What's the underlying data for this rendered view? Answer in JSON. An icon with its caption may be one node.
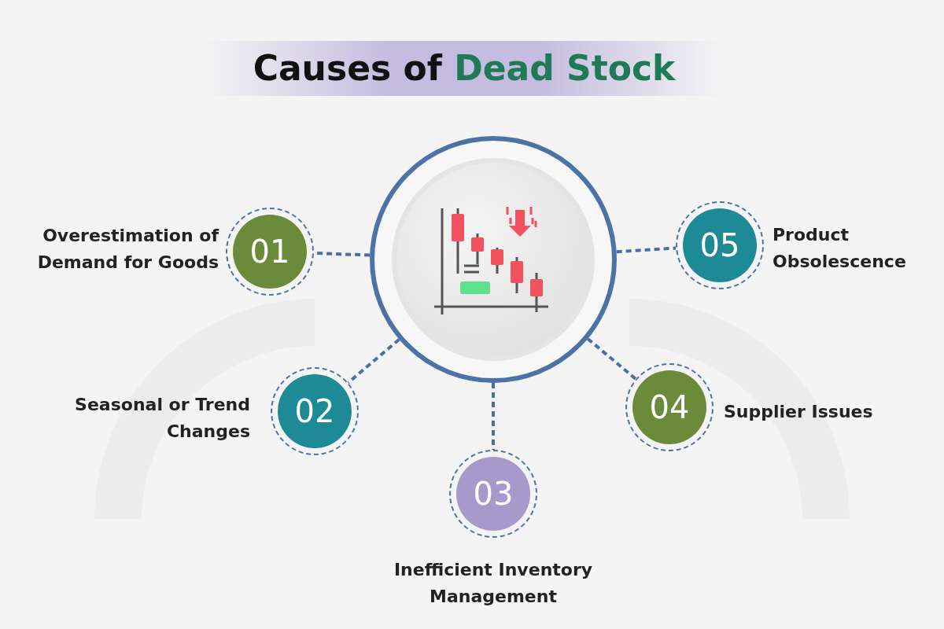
{
  "diagram": {
    "title": "Causes of **Dead Stock**",
    "nodes": [
      {
        "text": [],
        "shape": "picture"
      },
      {
        "text": [
          "01"
        ],
        "beside": [
          "Overestimation of Demand for Goods"
        ]
      },
      {
        "text": [
          "02"
        ],
        "beside": [
          "Seasonal or Trend Changes"
        ]
      },
      {
        "text": [
          "03"
        ],
        "beside": [
          "Inefficient Inventory Management"
        ]
      },
      {
        "text": [
          "04"
        ],
        "beside": [
          "Supplier Issues"
        ]
      },
      {
        "text": [
          "05"
        ],
        "beside": [
          "Product Obsolescence"
        ]
      }
    ],
    "edges": [
      {
        "from": 0,
        "to": 1,
        "arrow": "none",
        "style": "dashed"
      },
      {
        "from": 0,
        "to": 2,
        "arrow": "none",
        "style": "dashed"
      },
      {
        "from": 0,
        "to": 3,
        "arrow": "none",
        "style": "dashed"
      },
      {
        "from": 0,
        "to": 4,
        "arrow": "none",
        "style": "dashed"
      },
      {
        "from": 0,
        "to": 5,
        "arrow": "none",
        "style": "dashed"
      }
    ]
  }
}
